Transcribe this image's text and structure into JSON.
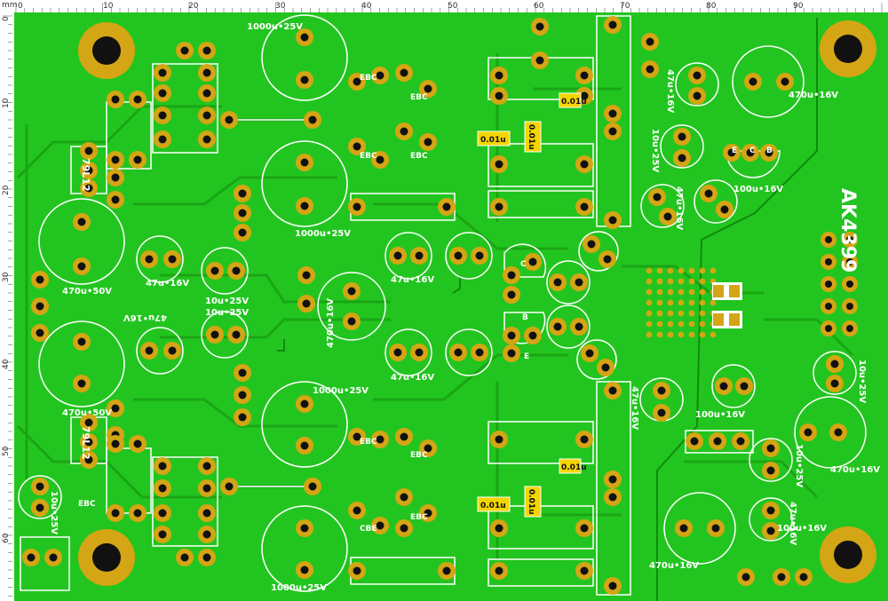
{
  "ruler": {
    "unit": "mm",
    "top_labels": [
      "0",
      "10",
      "20",
      "30",
      "40",
      "50",
      "60",
      "70",
      "80",
      "90"
    ],
    "left_labels": [
      "0",
      "10",
      "20",
      "30",
      "40",
      "50",
      "60"
    ]
  },
  "board": {
    "title": "AK4399",
    "colors": {
      "board": "#22c51f",
      "trace": "#1aa515",
      "pad": "#d4a514",
      "hole": "#111111",
      "silk": "#ffffff"
    }
  },
  "labels": {
    "cap_1000_25_top": "1000u•25V",
    "cap_1000_25_mid": "1000u•25V",
    "cap_1000_25_lower": "1000u•25V",
    "cap_1000_25_bottom": "1000u•25V",
    "cap_470_50_top": "470u•50V",
    "cap_470_50_bottom": "470u•50V",
    "cap_470_16_left": "470u•16V",
    "cap_470_16_top_right": "470u•16V",
    "cap_470_16_right": "470u•16V",
    "cap_470_16_bottom": "470u•16V",
    "cap_47_16_a": "47u•16V",
    "cap_47_16_b": "47u•16V",
    "cap_47_16_c": "47u•16V",
    "cap_47_16_d": "47u•16V",
    "cap_47_16_e": "47u•16V",
    "cap_47_16_f": "47u•16V",
    "cap_47_16_g": "47u•16V",
    "cap_47_16_h": "47u•16V",
    "cap_10_25_a": "10u•25V",
    "cap_10_25_b": "10u•25V",
    "cap_10_25_c": "10u•25V",
    "cap_10_25_d": "10u•25V",
    "cap_10_25_e": "10u•25V",
    "cap_100_16_a": "100u•16V",
    "cap_100_16_b": "100u•16V",
    "cap_100_16_c": "100u•16V",
    "cap_10_25_e2": "10u•25V",
    "reg_top": "79L12",
    "reg_bottom": "79L12",
    "film_a": "0.01u",
    "film_b": "0.01u",
    "film_c": "0.01u",
    "film_d": "0.01u",
    "film_e": "0.01u",
    "film_f": "0.01u",
    "ebc": "EBC",
    "cbe": "CBE",
    "e": "E",
    "b": "B",
    "c": "C"
  }
}
